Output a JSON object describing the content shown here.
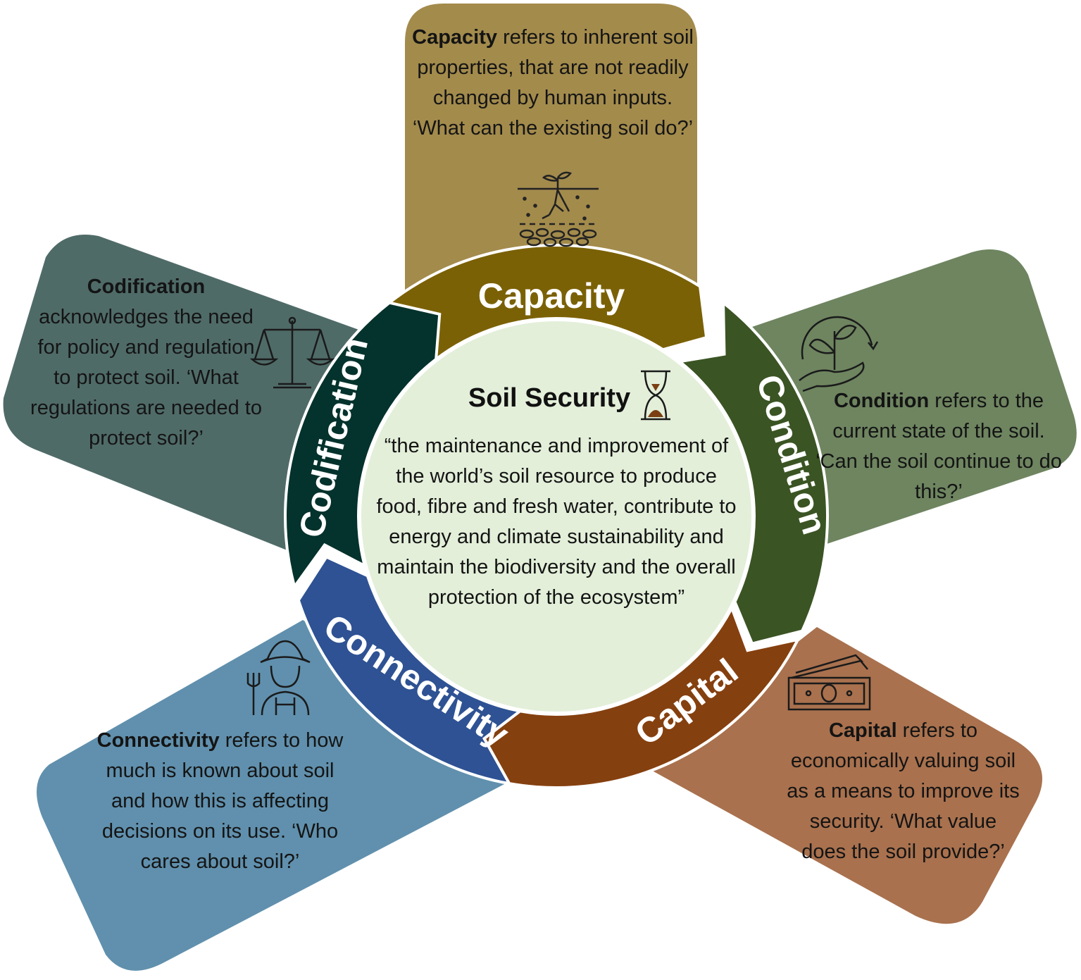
{
  "center": {
    "title": "Soil Security",
    "quote": "“the maintenance and improvement of the world’s soil resource to produce food, fibre and fresh water, contribute to energy and climate sustainability and maintain the biodiversity and the overall protection of the ecosystem”"
  },
  "ring": {
    "capacity": "Capacity",
    "condition": "Condition",
    "capital": "Capital",
    "connectivity": "Connectivity",
    "codification": "Codification"
  },
  "petals": {
    "capacity": {
      "term": "Capacity",
      "text": " refers to inherent soil properties, that are not readily changed by human inputs. ‘What can the existing soil do?’"
    },
    "condition": {
      "term": "Condition",
      "text": " refers to the current state of the soil. ‘Can the soil continue to do this?’"
    },
    "capital": {
      "term": "Capital",
      "text": " refers to economically valuing soil as a means to improve its security. ‘What value does the soil provide?’"
    },
    "connectivity": {
      "term": "Connectivity",
      "text": " refers to how much is known about soil and how this is affecting decisions on its use. ‘Who cares about soil?’"
    },
    "codification": {
      "term": "Codification",
      "text": " acknowledges the need for policy and regulation to protect soil. ‘What regulations are needed to protect soil?’"
    }
  },
  "icons": [
    "seedling-soil-icon",
    "plant-in-hand-icon",
    "banknotes-icon",
    "farmer-with-pitchfork-icon",
    "scales-of-justice-icon",
    "hourglass-icon"
  ],
  "colors": {
    "capacity_petal": "#a38b4c",
    "capacity_ring": "#7b6106",
    "condition_petal": "#6e8560",
    "condition_ring": "#3a5423",
    "capital_petal": "#a9714e",
    "capital_ring": "#85400f",
    "connectivity_petal": "#6090ad",
    "connectivity_ring": "#2e5293",
    "codification_petal": "#4f6b68",
    "codification_ring": "#04322c",
    "center_fill": "#e3efd9"
  }
}
